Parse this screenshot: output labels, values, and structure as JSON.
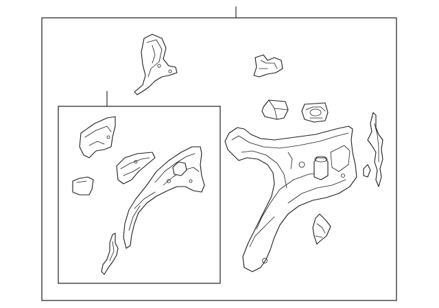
{
  "diagram": {
    "kind": "exploded parts diagram",
    "colors": {
      "line": "#1a1a1a",
      "background": "#ffffff"
    },
    "callouts": [
      {
        "name": "main-assembly-callout",
        "label": ""
      },
      {
        "name": "inner-assembly-callout",
        "label": ""
      }
    ],
    "parts": [
      "upper-pillar-bracket",
      "upper-small-bracket",
      "wedge-block-left",
      "cup-bracket-right",
      "right-edge-strip",
      "small-tab-right",
      "quarter-inner-panel",
      "lower-bracket-right",
      "inner-front-bracket",
      "inner-reinforcement-plate",
      "inner-small-patch",
      "wheelhouse-inner-panel",
      "inner-lower-strip"
    ]
  }
}
